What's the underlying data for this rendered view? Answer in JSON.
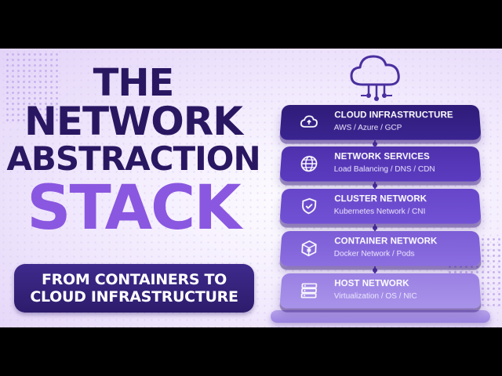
{
  "headline": {
    "line1": "THE",
    "line2": "NETWORK",
    "line3": "ABSTRACTION",
    "line4": "STACK"
  },
  "subtitle": {
    "line1": "FROM CONTAINERS TO",
    "line2": "CLOUD INFRASTRUCTURE"
  },
  "stack_layers": [
    {
      "title": "CLOUD INFRASTRUCTURE",
      "subtitle": "AWS / Azure / GCP",
      "icon": "cloud-icon"
    },
    {
      "title": "NETWORK SERVICES",
      "subtitle": "Load Balancing / DNS / CDN",
      "icon": "globe-icon"
    },
    {
      "title": "CLUSTER NETWORK",
      "subtitle": "Kubernetes Network / CNI",
      "icon": "shield-check-icon"
    },
    {
      "title": "CONTAINER NETWORK",
      "subtitle": "Docker Network / Pods",
      "icon": "container-box-icon"
    },
    {
      "title": "HOST NETWORK",
      "subtitle": "Virtualization / OS / NIC",
      "icon": "server-icon"
    }
  ],
  "top_icon": "cloud-network-icon",
  "colors": {
    "headline_dark": "#2a1762",
    "headline_accent": "#8a57e0",
    "pill_background": "#3e2a8c",
    "layer_1": "#2f1b78",
    "layer_5": "#a893ea"
  }
}
